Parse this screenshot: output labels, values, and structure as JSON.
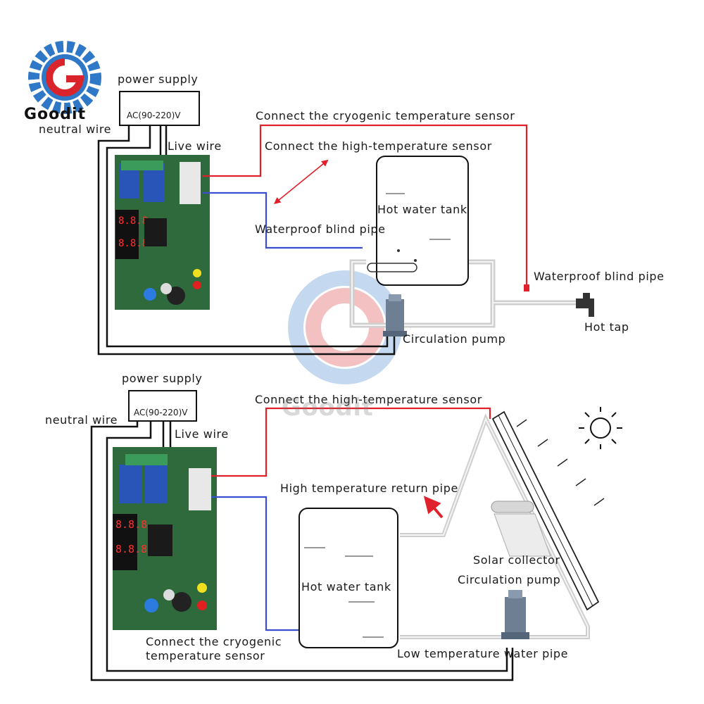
{
  "brand": {
    "logo_text": "Goodit",
    "colors": {
      "blue": "#2f78c8",
      "red": "#d8242a",
      "board_green": "#2e6a3c"
    }
  },
  "top": {
    "power_supply": "power supply",
    "ac_label": "AC(90-220)V",
    "neutral_wire": "neutral wire",
    "live_wire": "Live  wire",
    "cryo_sensor": "Connect the cryogenic temperature sensor",
    "high_sensor": "Connect the high-temperature sensor",
    "tank": "Hot water tank",
    "blind_pipe_left": "Waterproof blind pipe",
    "blind_pipe_right": "Waterproof blind pipe",
    "hot_tap": "Hot tap",
    "pump": "Circulation pump"
  },
  "bottom": {
    "power_supply": "power supply",
    "ac_label": "AC(90-220)V",
    "neutral_wire": "neutral wire",
    "live_wire": "Live  wire",
    "high_sensor": "Connect the high-temperature sensor",
    "return_pipe": "High temperature return pipe",
    "tank": "Hot water tank",
    "solar": "Solar collector",
    "pump": "Circulation pump",
    "cryo_sensor_line1": "Connect the cryogenic",
    "cryo_sensor_line2": "temperature sensor",
    "low_pipe": "Low temperature water pipe"
  },
  "watermark": "Goodit",
  "colors": {
    "red_wire": "#e0202a",
    "blue_wire": "#3a4fcf",
    "pipe": "#d2d2d2",
    "black_wire": "#111111"
  }
}
